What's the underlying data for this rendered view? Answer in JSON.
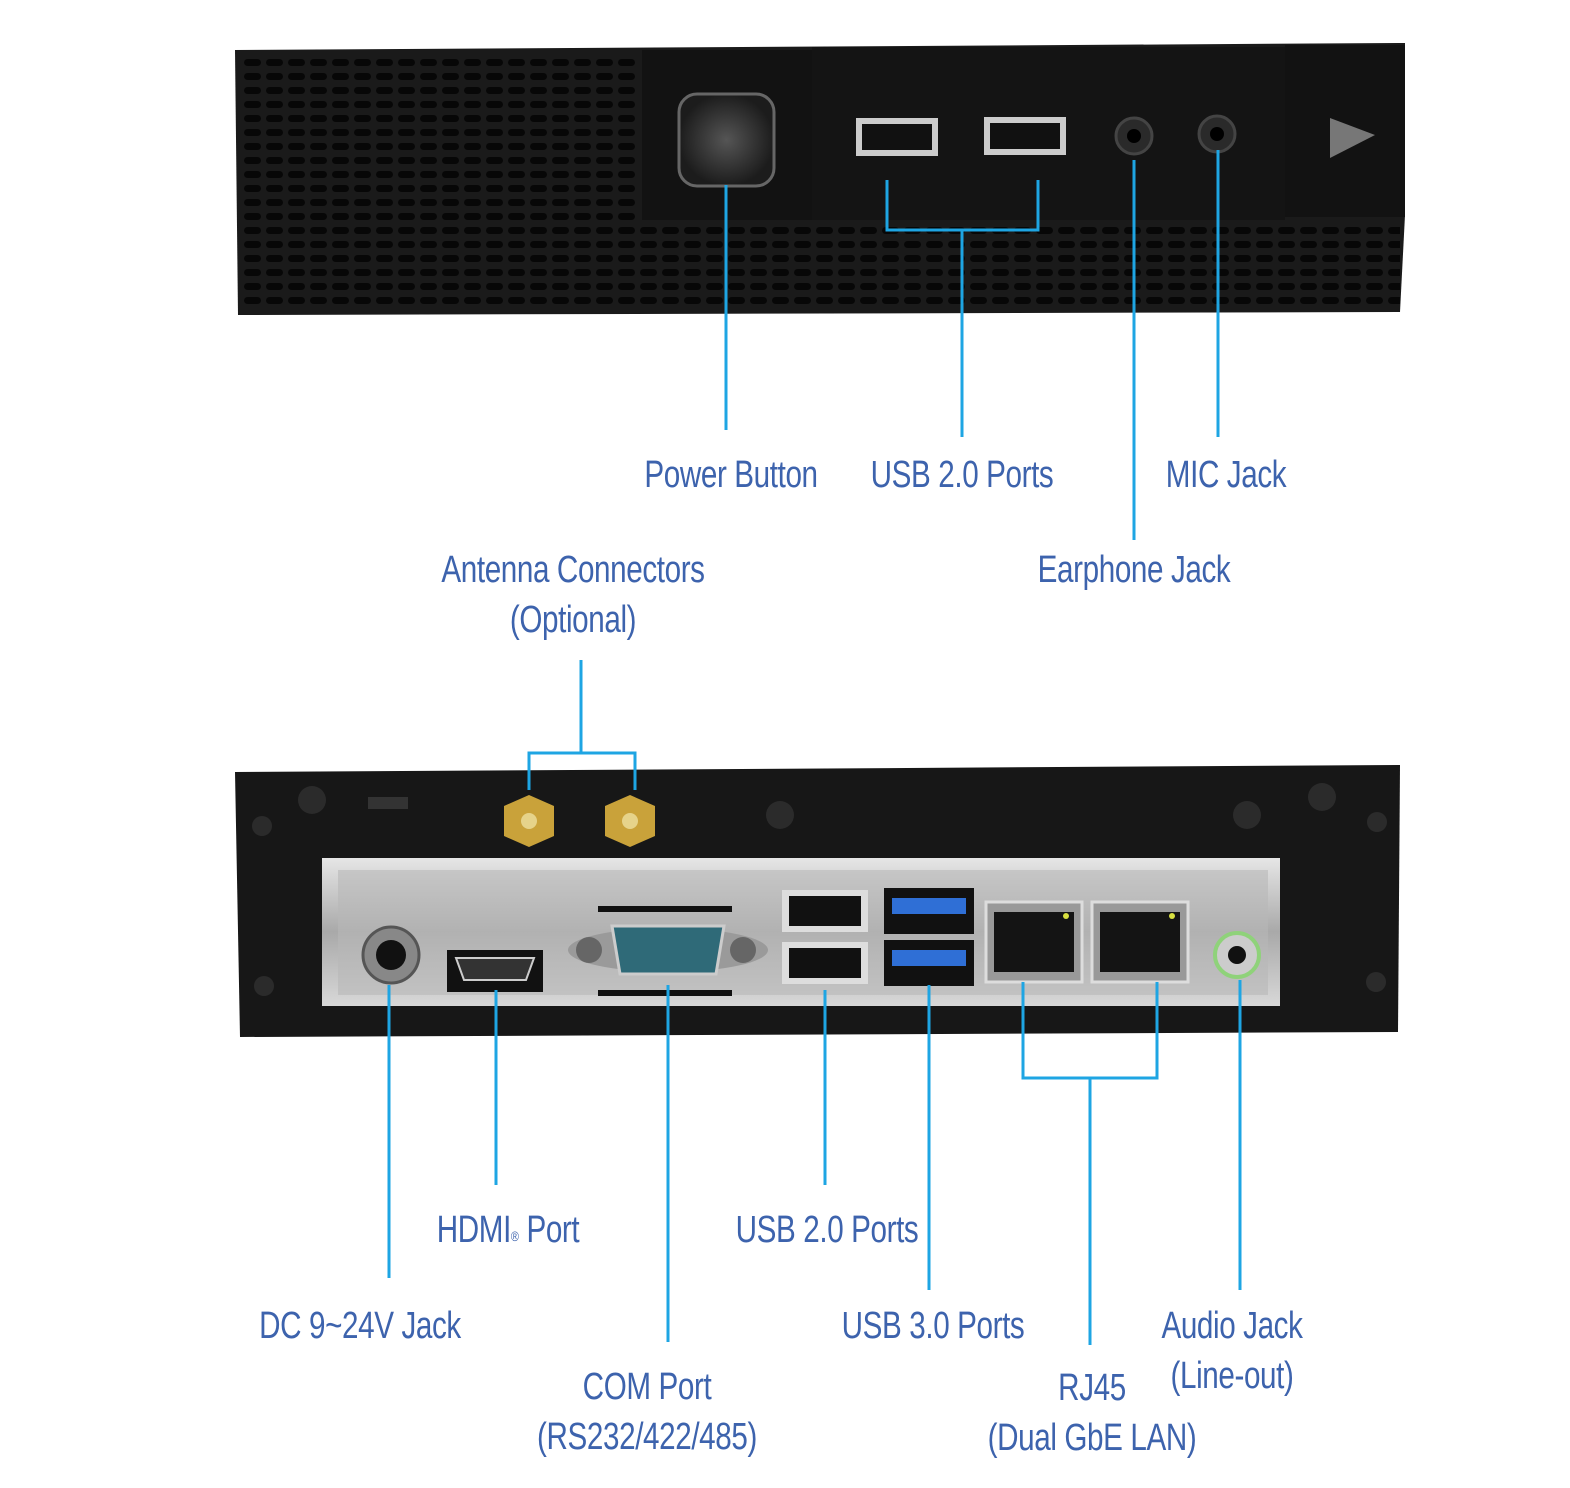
{
  "colors": {
    "label": "#3d63ad",
    "leader": "#1ea5e3",
    "chassis": "#161616",
    "plate": "#bfbfbf",
    "usb3": "#2f6fd6",
    "antenna": "#c9a23a",
    "audio": "#8fd27a"
  },
  "front": {
    "power_button": "Power Button",
    "usb20_ports": "USB 2.0 Ports",
    "mic_jack": "MIC Jack",
    "earphone_jack": "Earphone Jack"
  },
  "rear": {
    "antenna_line1": "Antenna Connectors",
    "antenna_line2": "(Optional)",
    "hdmi_label": "HDMI",
    "hdmi_reg": "®",
    "hdmi_suffix": " Port",
    "usb20_ports": "USB 2.0 Ports",
    "dc_jack": "DC 9~24V Jack",
    "usb30_ports": "USB 3.0 Ports",
    "audio_line1": "Audio Jack",
    "audio_line2": "(Line-out)",
    "com_line1": "COM Port",
    "com_line2": "(RS232/422/485)",
    "rj45_line1": "RJ45",
    "rj45_line2": "(Dual GbE LAN)"
  }
}
